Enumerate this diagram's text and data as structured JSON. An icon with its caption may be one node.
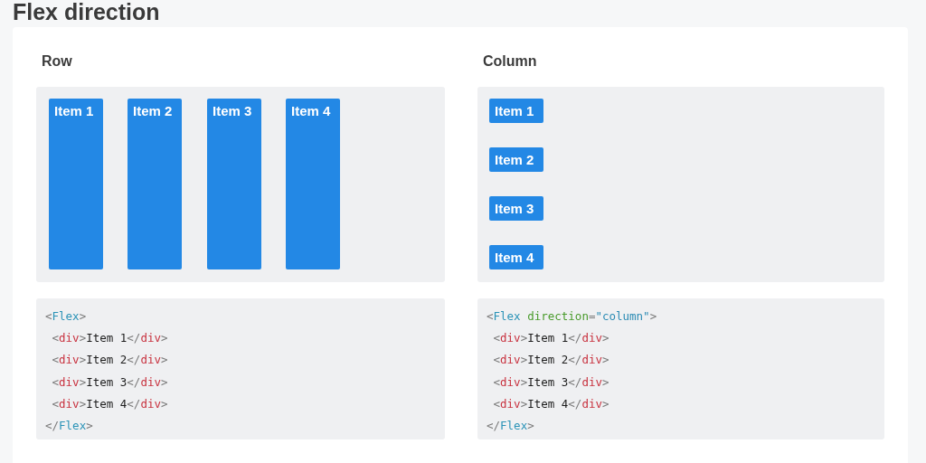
{
  "diagram": {
    "title": "Flex direction",
    "nodes": [
      {
        "text": [
          "Row"
        ]
      },
      {
        "text": [
          "Item 1"
        ],
        "in": 0
      },
      {
        "text": [
          "Item 2"
        ],
        "in": 0
      },
      {
        "text": [
          "Item 3"
        ],
        "in": 0
      },
      {
        "text": [
          "Item 4"
        ],
        "in": 0
      },
      {
        "text": [
          "Column"
        ]
      },
      {
        "text": [
          "Item 1"
        ],
        "in": 5
      },
      {
        "text": [
          "Item 2"
        ],
        "in": 5
      },
      {
        "text": [
          "Item 3"
        ],
        "in": 5
      },
      {
        "text": [
          "Item 4"
        ],
        "in": 5
      },
      {
        "text": [
          "<Flex>",
          " <div>Item 1</div>",
          " <div>Item 2</div>",
          " <div>Item 3</div>",
          " <div>Item 4</div>",
          "</Flex>"
        ]
      },
      {
        "text": [
          "<Flex direction=\"column\">",
          " <div>Item 1</div>",
          " <div>Item 2</div>",
          " <div>Item 3</div>",
          " <div>Item 4</div>",
          "</Flex>"
        ]
      }
    ]
  }
}
